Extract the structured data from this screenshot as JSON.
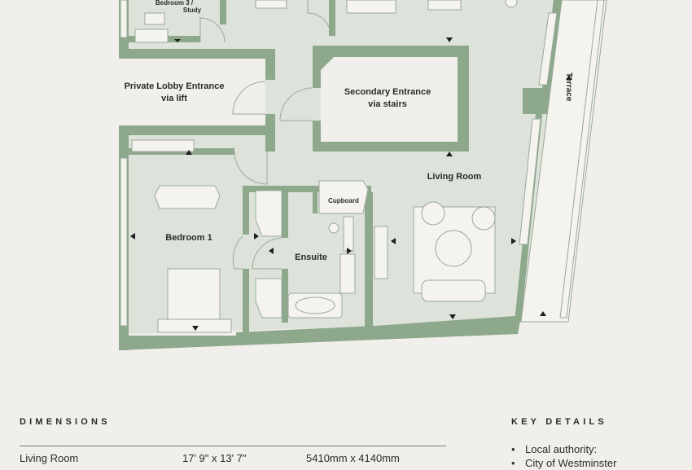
{
  "plan": {
    "rooms": {
      "bedroom3": [
        "Bedroom 3 /",
        "Study"
      ],
      "lobby": [
        "Private Lobby Entrance",
        "via lift"
      ],
      "secondary": [
        "Secondary Entrance",
        "via stairs"
      ],
      "terrace": "Terrace",
      "living": "Living Room",
      "cupboard": "Cupboard",
      "bedroom1": "Bedroom 1",
      "ensuite": "Ensuite"
    },
    "colors": {
      "wall": "#8ea88c",
      "floor": "#dde3da",
      "furniture": "#f5f3ef",
      "line": "#9aa89a",
      "background": "#f1efeb"
    }
  },
  "dimensions": {
    "title": "DIMENSIONS",
    "rows": [
      {
        "room": "Living Room",
        "imperial": "17' 9\" x 13' 7\"",
        "metric": "5410mm x 4140mm"
      }
    ]
  },
  "key_details": {
    "title": "KEY DETAILS",
    "items": [
      "Local authority:",
      "City of Westminster"
    ]
  }
}
